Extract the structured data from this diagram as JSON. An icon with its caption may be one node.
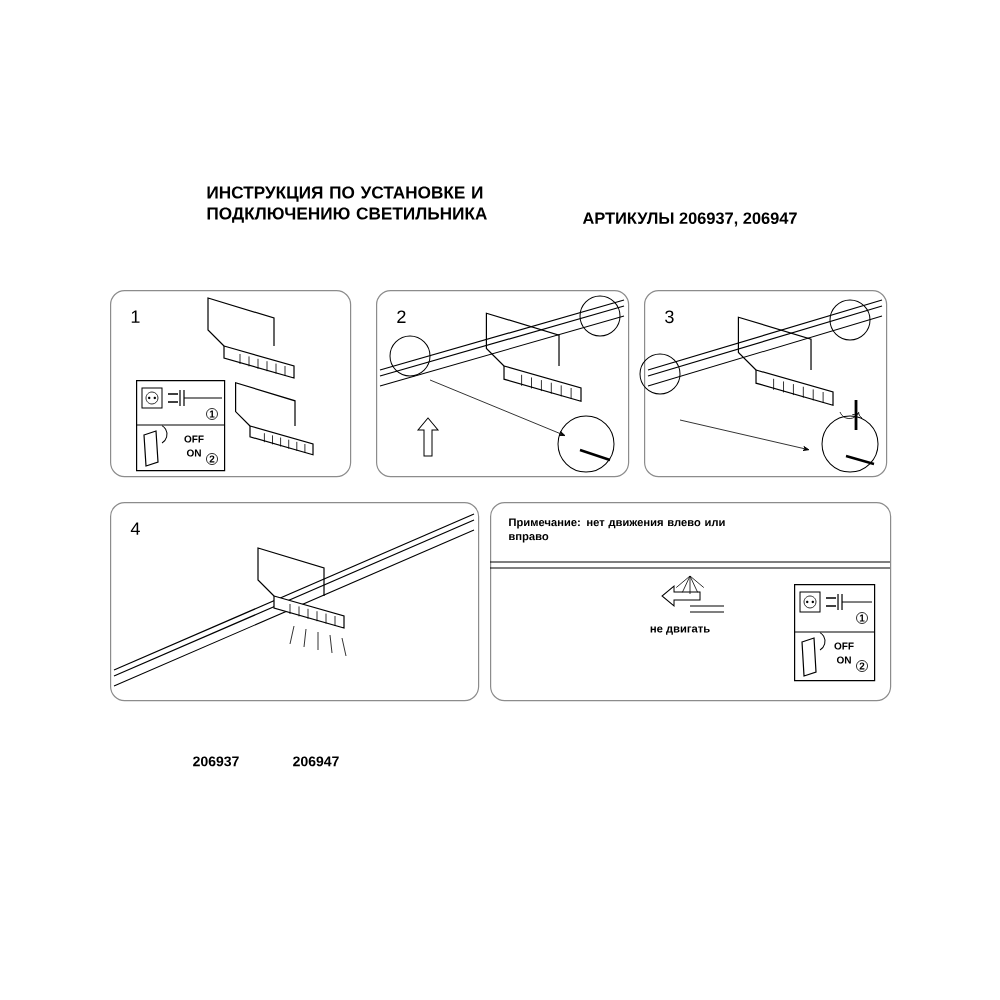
{
  "diagram": {
    "title": "ИНСТРУКЦИЯ ПО УСТАНОВКЕ И ПОДКЛЮЧЕНИЮ СВЕТИЛЬНИКА",
    "nodes": [
      {
        "text": [
          "1"
        ]
      },
      {
        "text": [
          "1",
          "OFF",
          "ON",
          "2"
        ],
        "in": 0
      },
      {
        "text": [
          "2"
        ]
      },
      {
        "text": [
          "3"
        ]
      },
      {
        "text": [
          "4"
        ]
      },
      {
        "text": [
          "Примечание: нет движения влево или вправо",
          "не двигать"
        ]
      },
      {
        "text": [
          "1",
          "OFF",
          "ON",
          "2"
        ],
        "in": 5
      }
    ],
    "labels": [
      "АРТИКУЛЫ 206937, 206947",
      "206937",
      "206947"
    ]
  }
}
